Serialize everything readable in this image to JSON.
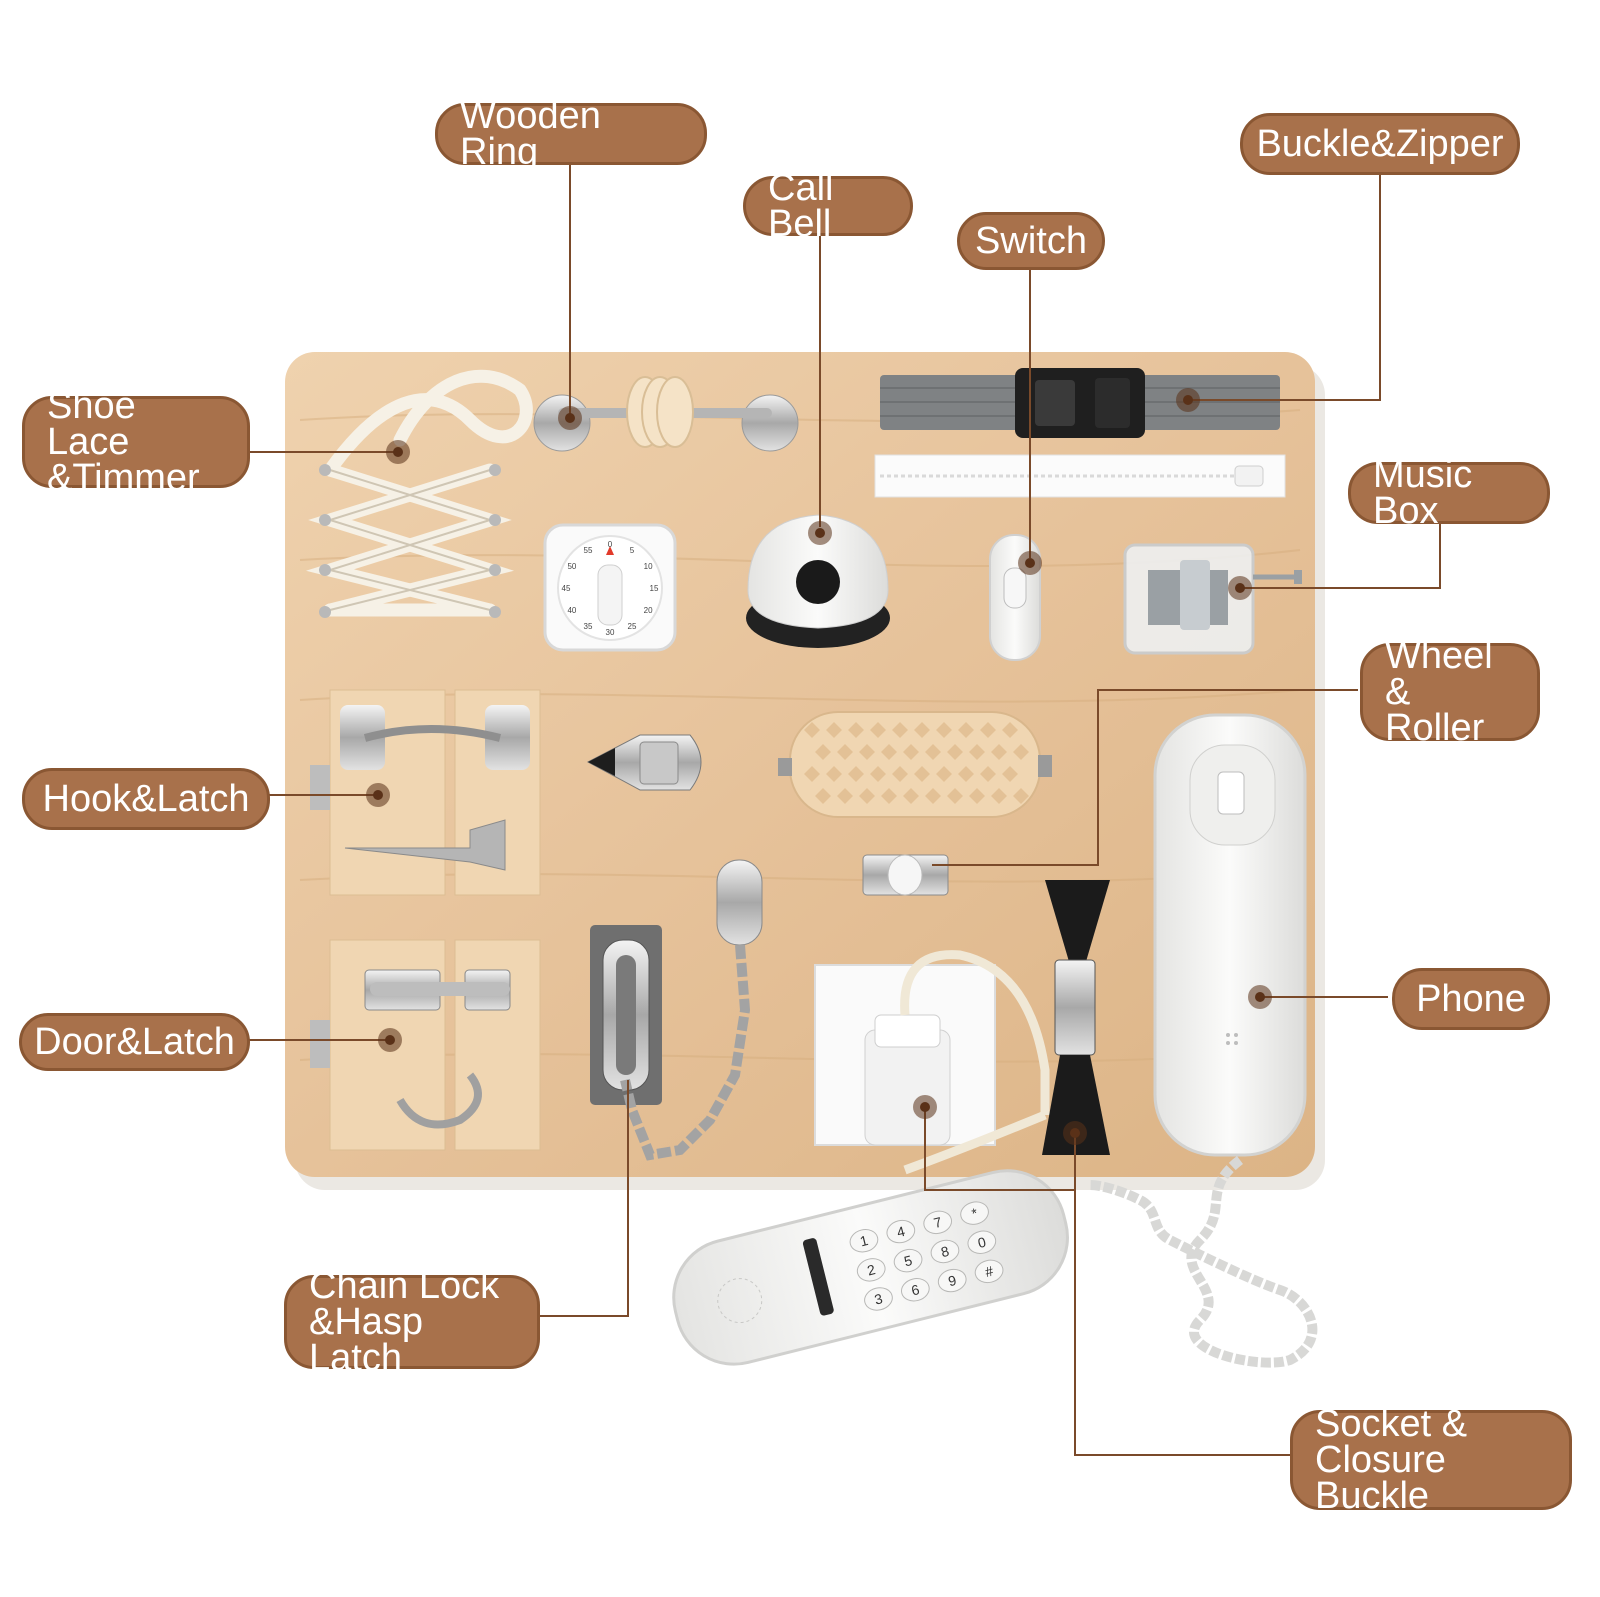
{
  "colors": {
    "label_fill": "#a8714b",
    "label_border": "#8a5733",
    "leader_line": "#7a4a2a",
    "board_wood": "#e9c9a3"
  },
  "labels": {
    "wooden_ring": "Wooden Ring",
    "call_bell": "Call Bell",
    "switch": "Switch",
    "buckle_zipper": "Buckle&Zipper",
    "shoe_lace_timer": "Shoe Lace\n&Timmer",
    "music_box": "Music Box",
    "wheel_roller": "Wheel\n& Roller",
    "hook_latch": "Hook&Latch",
    "phone": "Phone",
    "door_latch": "Door&Latch",
    "chain_lock_hasp": "Chain Lock\n&Hasp Latch",
    "socket_buckle": "Socket &\nClosure Buckle"
  },
  "timer_dial": {
    "numbers": [
      "0",
      "5",
      "10",
      "15",
      "20",
      "25",
      "30",
      "35",
      "40",
      "45",
      "50",
      "55"
    ]
  },
  "phone_keypad": {
    "keys": [
      "1",
      "2",
      "3",
      "4",
      "5",
      "6",
      "7",
      "8",
      "9",
      "*",
      "0",
      "#"
    ]
  }
}
